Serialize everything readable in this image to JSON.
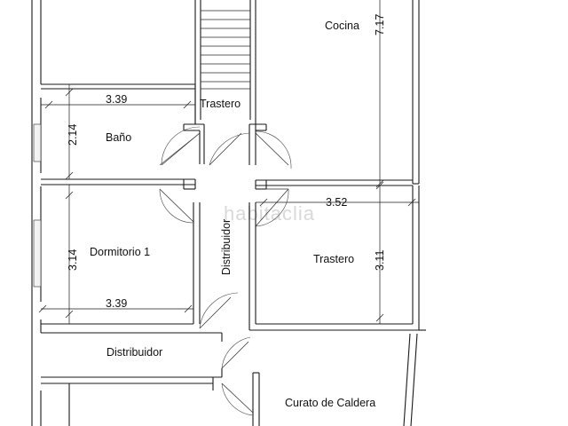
{
  "rooms": {
    "cocina": "Cocina",
    "trastero_stairs": "Trastero",
    "bano": "Baño",
    "dormitorio_1": "Dormitorio 1",
    "distribuidor_vertical": "Distribuidor",
    "trastero": "Trastero",
    "distribuidor_horizontal": "Distribuidor",
    "cuarto_caldera": "Curato de Caldera"
  },
  "dimensions": {
    "cocina_height": "7.17",
    "bano_width": "3.39",
    "bano_height": "2.14",
    "dormitorio_height": "3.14",
    "dormitorio_width": "3.39",
    "trastero_width": "3.52",
    "trastero_height": "3.11"
  },
  "watermark": "habitaclia",
  "colors": {
    "lines": "#1a1a1a",
    "background": "#ffffff",
    "watermark": "#d9d9d9"
  }
}
